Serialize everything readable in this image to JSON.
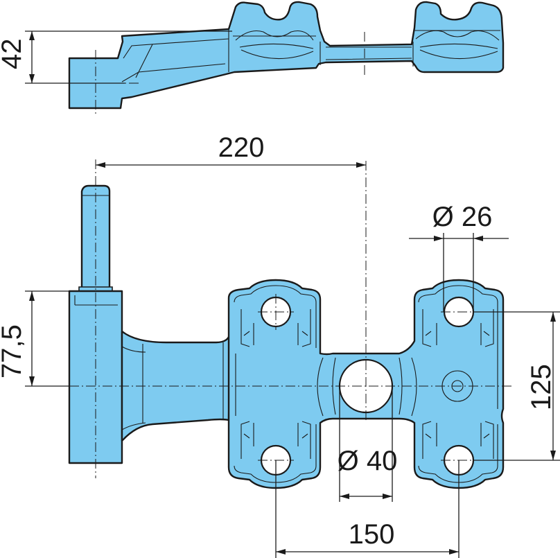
{
  "dimensions": {
    "height_top": "42",
    "length_main": "220",
    "hole_small": "Ø 26",
    "offset_left": "77,5",
    "spacing_vertical": "125",
    "hole_center": "Ø 40",
    "spacing_horizontal": "150"
  },
  "colors": {
    "part_fill": "#7ecbf0",
    "outline": "#1a1a1a"
  }
}
